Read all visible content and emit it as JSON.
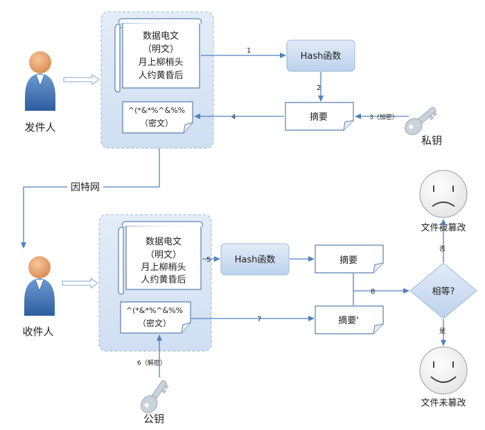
{
  "labels": {
    "sender": "发件人",
    "receiver": "收件人",
    "internet": "因特网",
    "private_key": "私钥",
    "public_key": "公钥",
    "tampered": "文件被篡改",
    "not_tampered": "文件未篡改",
    "equal_question": "相等?",
    "yes": "是",
    "no": "否"
  },
  "sender_doc": {
    "lines": [
      "数据电文",
      "（明文）",
      "月上柳梢头",
      "人约黄昏后"
    ]
  },
  "sender_cipher": {
    "lines": [
      "^(*&*%^&%%",
      "（密文）"
    ]
  },
  "receiver_doc": {
    "lines": [
      "数据电文",
      "（明文）",
      "月上柳梢头",
      "人约黄昏后"
    ]
  },
  "receiver_cipher": {
    "lines": [
      "^(*&*%^&%%",
      "（密文）"
    ]
  },
  "boxes": {
    "hash_top": "Hash函数",
    "hash_bottom": "Hash函数",
    "digest_top": "摘要",
    "digest_bottom": "摘要",
    "digest_prime": "摘要'"
  },
  "steps": {
    "s1": "1",
    "s2": "2",
    "s3": "3（加密）",
    "s4": "4",
    "s5": "5",
    "s6": "6（解密）",
    "s7": "7",
    "s8": "8"
  },
  "colors": {
    "arrow": "#4f81bd",
    "panel_fill": "#dbe7f5",
    "panel_stroke": "#9db7d6",
    "hash_fill": "#c9daf0",
    "person_body": "#3f74b8",
    "person_head": "#e6a06a",
    "key": "#c9d3dc"
  }
}
